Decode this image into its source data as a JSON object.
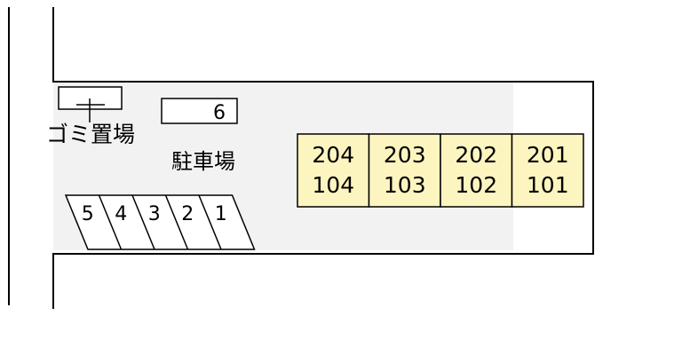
{
  "labels": {
    "garbage": "ゴミ置場",
    "parking": "駐車場"
  },
  "parking_spaces": [
    "5",
    "4",
    "3",
    "2",
    "1"
  ],
  "parking_extra": "6",
  "units": [
    {
      "upper": "204",
      "lower": "104"
    },
    {
      "upper": "203",
      "lower": "103"
    },
    {
      "upper": "202",
      "lower": "102"
    },
    {
      "upper": "201",
      "lower": "101"
    }
  ],
  "colors": {
    "building": "#fdf5c0",
    "lot": "#f2f2f2",
    "line": "#000000"
  }
}
